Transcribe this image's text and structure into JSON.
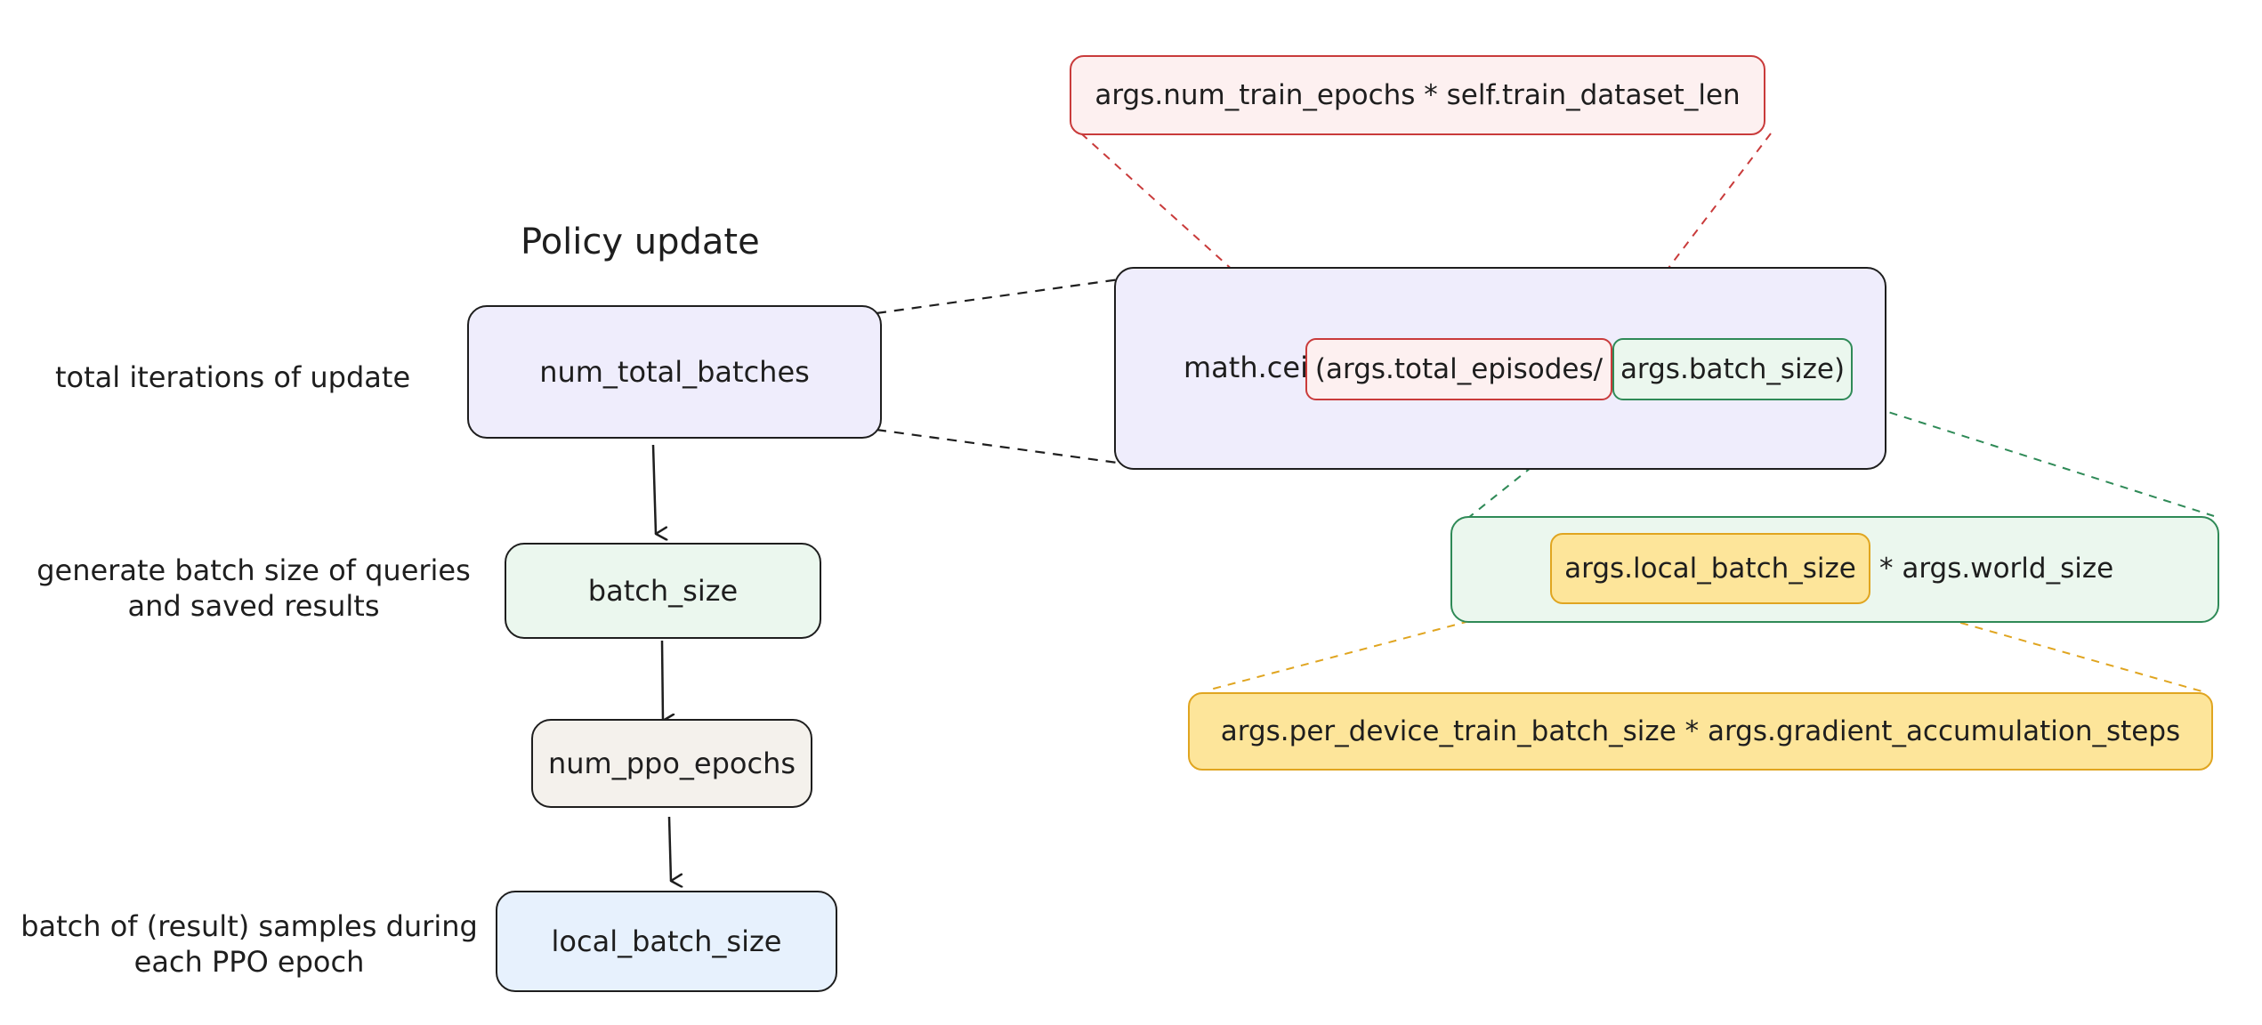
{
  "title": "Policy update",
  "colors": {
    "ink": "#1e1e1e",
    "purple_fill": "#efedfc",
    "green_fill": "#ebf7ee",
    "green_stroke": "#2f8a57",
    "beige_fill": "#f4f1ec",
    "blue_fill": "#e7f1fd",
    "red_fill": "#fdf0f0",
    "red_stroke": "#c93b3b",
    "yellow_fill": "#fde59a",
    "yellow_stroke": "#e0a520"
  },
  "left_labels": {
    "total_iterations": "total iterations of update",
    "generate_line1": "generate batch size of queries",
    "generate_line2": "and saved results",
    "samples_line1": "batch of (result) samples during",
    "samples_line2": "each PPO epoch"
  },
  "flow_boxes": {
    "num_total_batches": "num_total_batches",
    "batch_size": "batch_size",
    "num_ppo_epochs": "num_ppo_epochs",
    "local_batch_size": "local_batch_size"
  },
  "formula": {
    "math_ceil": "math.ceil",
    "total_episodes": "(args.total_episodes/",
    "batch_size": "args.batch_size)"
  },
  "total_episodes_def": "args.num_train_epochs * self.train_dataset_len",
  "batch_size_def": {
    "local_batch_size": "args.local_batch_size",
    "rest": "* args.world_size"
  },
  "local_batch_size_def": "args.per_device_train_batch_size * args.gradient_accumulation_steps"
}
